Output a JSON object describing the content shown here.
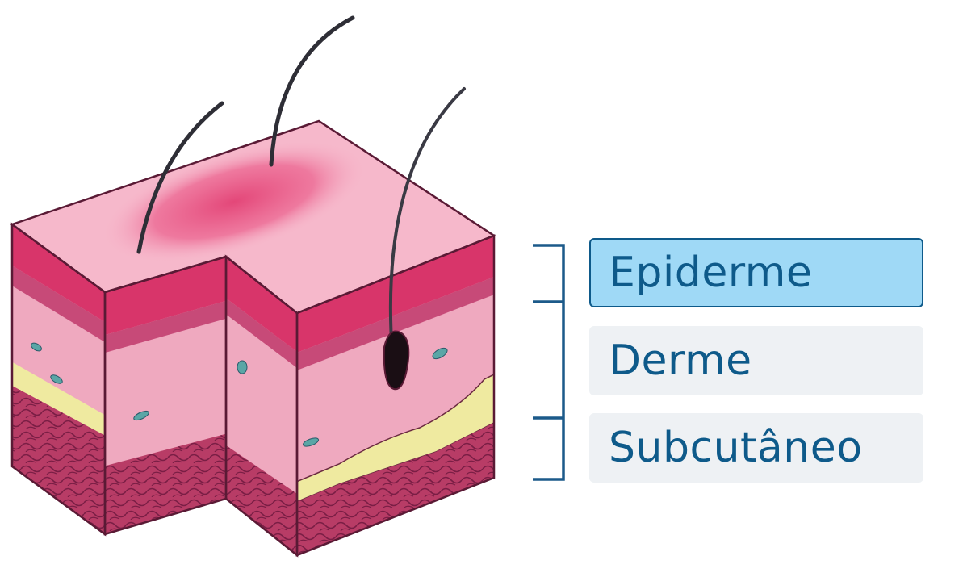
{
  "labels": [
    {
      "text": "Epiderme",
      "highlighted": true
    },
    {
      "text": "Derme",
      "highlighted": false
    },
    {
      "text": "Subcutâneo",
      "highlighted": false
    }
  ],
  "colors": {
    "label_text": "#0e5a8a",
    "highlight_fill": "#9fd9f6",
    "highlight_border": "#0e5a8a",
    "plain_fill": "#eef1f4",
    "bracket": "#1c5a8a",
    "epidermis": "#d8356a",
    "dermis": "#efa9bf",
    "top_surface": "#f6b8cb",
    "fat": "#efeaa0",
    "subcutis": "#b83c66",
    "outline": "#5a1a35",
    "hair": "#2e2e36"
  },
  "icons": [
    "skin-cross-section-illustration",
    "hair-icon",
    "hair-follicle-icon",
    "bracket-icon"
  ]
}
